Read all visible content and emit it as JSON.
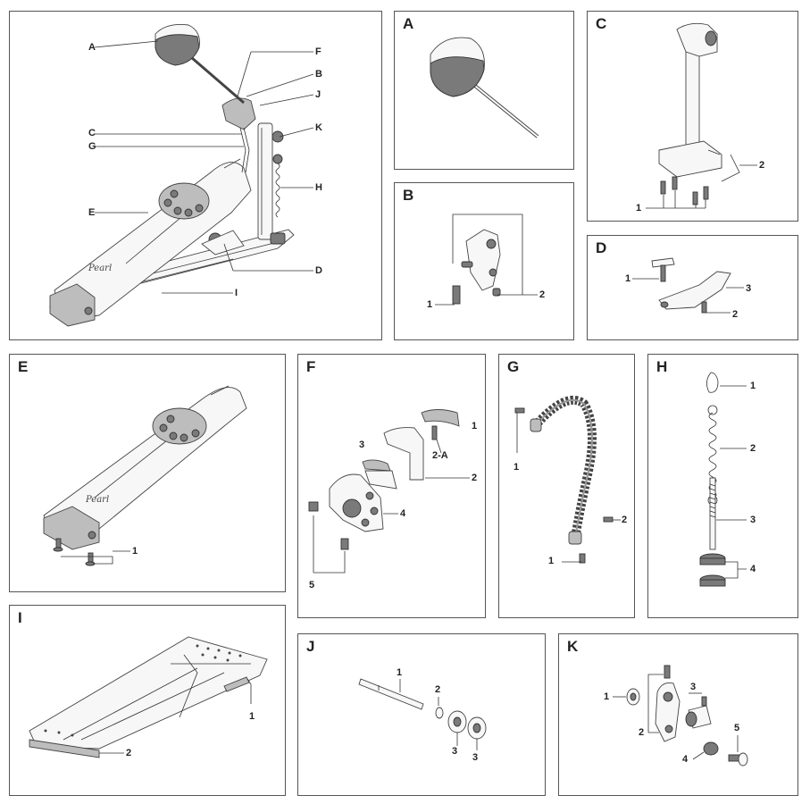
{
  "overview": {
    "labels": [
      "A",
      "F",
      "B",
      "J",
      "C",
      "K",
      "G",
      "H",
      "E",
      "D",
      "I"
    ]
  },
  "panels": {
    "A": {
      "title": "A",
      "labels": []
    },
    "B": {
      "title": "B",
      "labels": [
        "1",
        "2"
      ]
    },
    "C": {
      "title": "C",
      "labels": [
        "2",
        "1"
      ]
    },
    "D": {
      "title": "D",
      "labels": [
        "1",
        "3",
        "2"
      ]
    },
    "E": {
      "title": "E",
      "labels": [
        "1"
      ]
    },
    "F": {
      "title": "F",
      "labels": [
        "1",
        "3",
        "2-A",
        "2",
        "4",
        "5"
      ]
    },
    "G": {
      "title": "G",
      "labels": [
        "1",
        "2",
        "1"
      ]
    },
    "H": {
      "title": "H",
      "labels": [
        "1",
        "2",
        "3",
        "4"
      ]
    },
    "I": {
      "title": "I",
      "labels": [
        "1",
        "2"
      ]
    },
    "J": {
      "title": "J",
      "labels": [
        "1",
        "2",
        "3",
        "3"
      ]
    },
    "K": {
      "title": "K",
      "labels": [
        "3",
        "1",
        "2",
        "5",
        "4"
      ]
    }
  },
  "colors": {
    "line": "#333333",
    "part_fill": "#f7f7f7",
    "grey": "#bdbdbd",
    "dark": "#7a7a7a"
  },
  "logo": {
    "text": "Pearl"
  }
}
